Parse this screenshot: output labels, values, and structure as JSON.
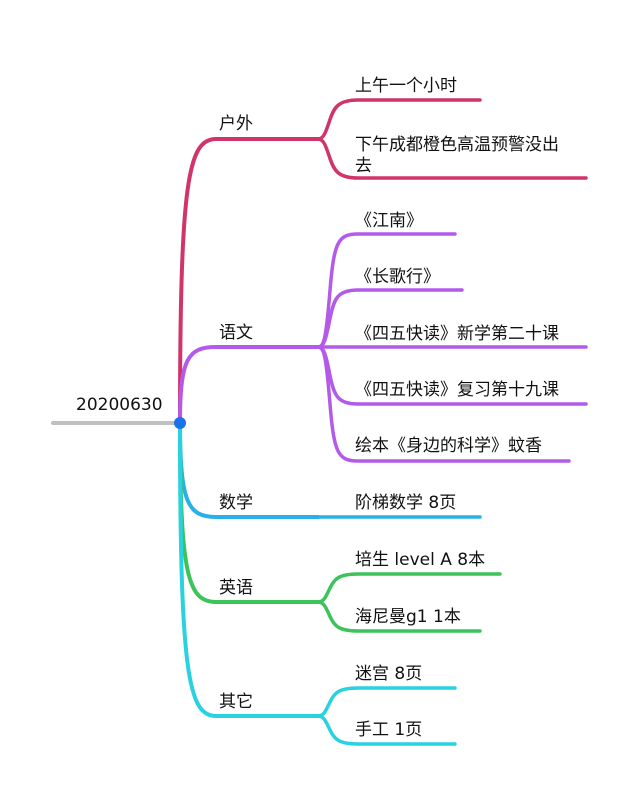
{
  "root": {
    "label": "20200630",
    "line_color": "#c0c0c0",
    "node_color": "#1a73e8"
  },
  "branches": [
    {
      "label": "户外",
      "color": "#d03468",
      "items": [
        [
          "上午一个小时"
        ],
        [
          "下午成都橙色高温预警没出",
          "去"
        ]
      ]
    },
    {
      "label": "语文",
      "color": "#b45ae8",
      "items": [
        [
          "《江南》"
        ],
        [
          "《长歌行》"
        ],
        [
          "《四五快读》新学第二十课"
        ],
        [
          "《四五快读》复习第十九课"
        ],
        [
          "绘本《身边的科学》蚊香"
        ]
      ]
    },
    {
      "label": "数学",
      "color": "#2ab0e8",
      "items": [
        [
          "阶梯数学 8页"
        ]
      ]
    },
    {
      "label": "英语",
      "color": "#3cc35a",
      "items": [
        [
          "培生 level A 8本"
        ],
        [
          "海尼曼g1 1本"
        ]
      ]
    },
    {
      "label": "其它",
      "color": "#28d2e0",
      "items": [
        [
          "迷宫 8页"
        ],
        [
          "手工 1页"
        ]
      ]
    }
  ]
}
